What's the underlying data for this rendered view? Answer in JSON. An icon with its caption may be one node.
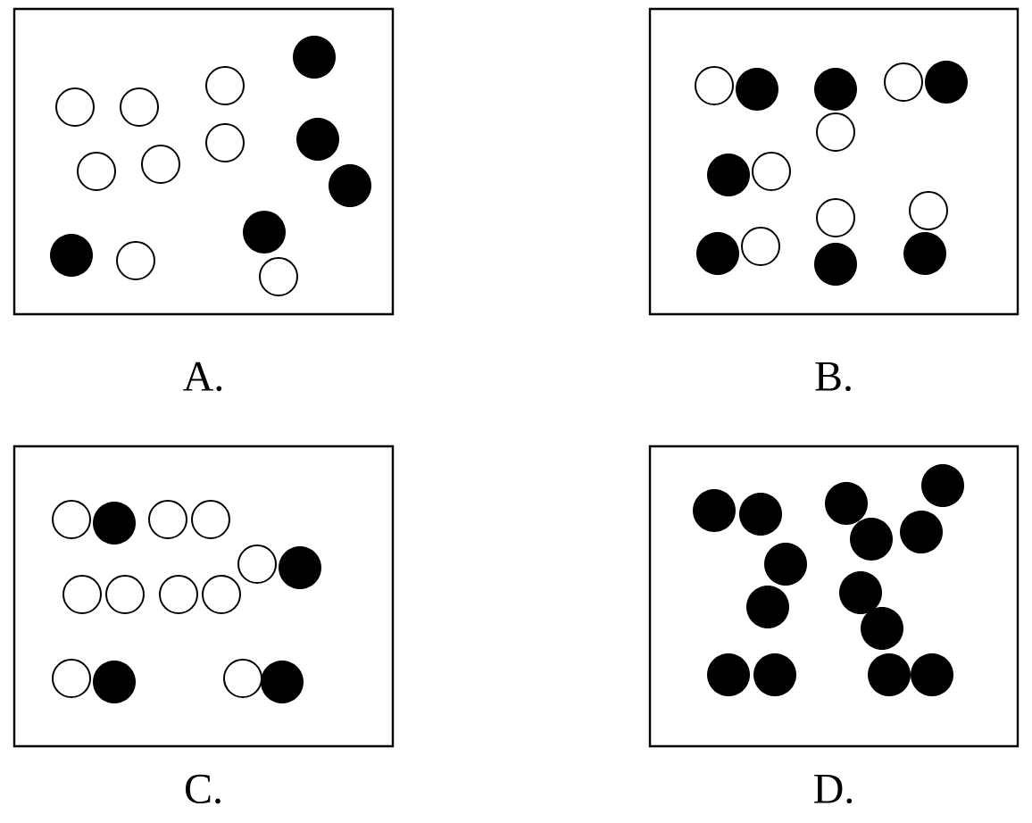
{
  "diagram": {
    "nodes": [
      {
        "text": [
          "A."
        ]
      },
      {
        "text": [
          "B."
        ]
      },
      {
        "text": [
          "C."
        ]
      },
      {
        "text": [
          "D."
        ]
      }
    ]
  }
}
